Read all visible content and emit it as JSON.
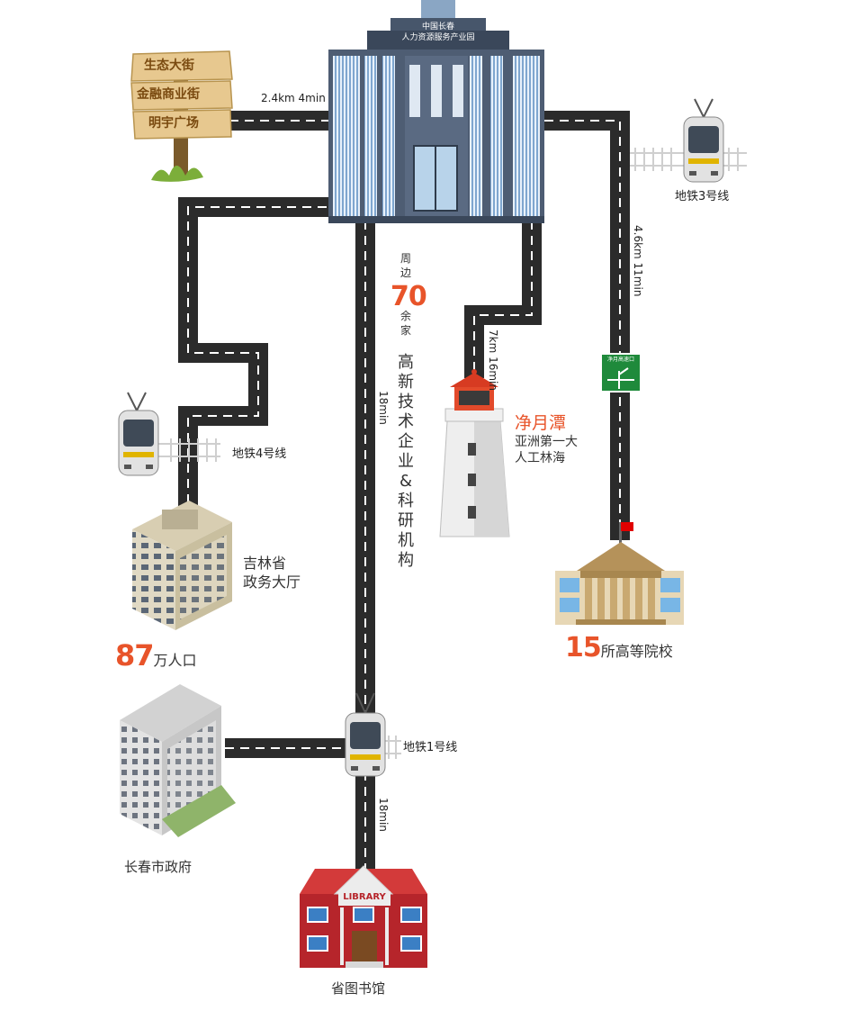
{
  "main_building": {
    "line1": "中国长春",
    "line2": "人力资源服务产业园"
  },
  "signpost": {
    "board1": "生态大街",
    "board2": "金融商业街",
    "board3": "明宇广场"
  },
  "routes": {
    "signpost": "2.4km 4min",
    "lighthouse": "7km 16min",
    "metro3": "4.6km  11min",
    "center": "18min",
    "library": "18min"
  },
  "metro": {
    "line3": "地铁3号线",
    "line4": "地铁4号线",
    "line1": "地铁1号线"
  },
  "enterprise": {
    "top": "周边",
    "number": "70",
    "unit": "余家",
    "desc": [
      "高",
      "新",
      "技",
      "术",
      "企",
      "业",
      "&",
      "科",
      "研",
      "机",
      "构"
    ]
  },
  "lighthouse": {
    "name": "净月潭",
    "line1": "亚洲第一大",
    "line2": "人工林海"
  },
  "highway_sign": "净月高速口",
  "university": {
    "number": "15",
    "text": "所高等院校"
  },
  "gov_hall": {
    "line1": "吉林省",
    "line2": "政务大厅"
  },
  "population": {
    "number": "87",
    "text": "万人口"
  },
  "city_gov": "长春市政府",
  "library": {
    "sign": "LIBRARY",
    "name": "省图书馆"
  },
  "colors": {
    "road": "#2b2b2b",
    "accent": "#e8542a",
    "building": "#47566b",
    "library": "#c0272d"
  }
}
